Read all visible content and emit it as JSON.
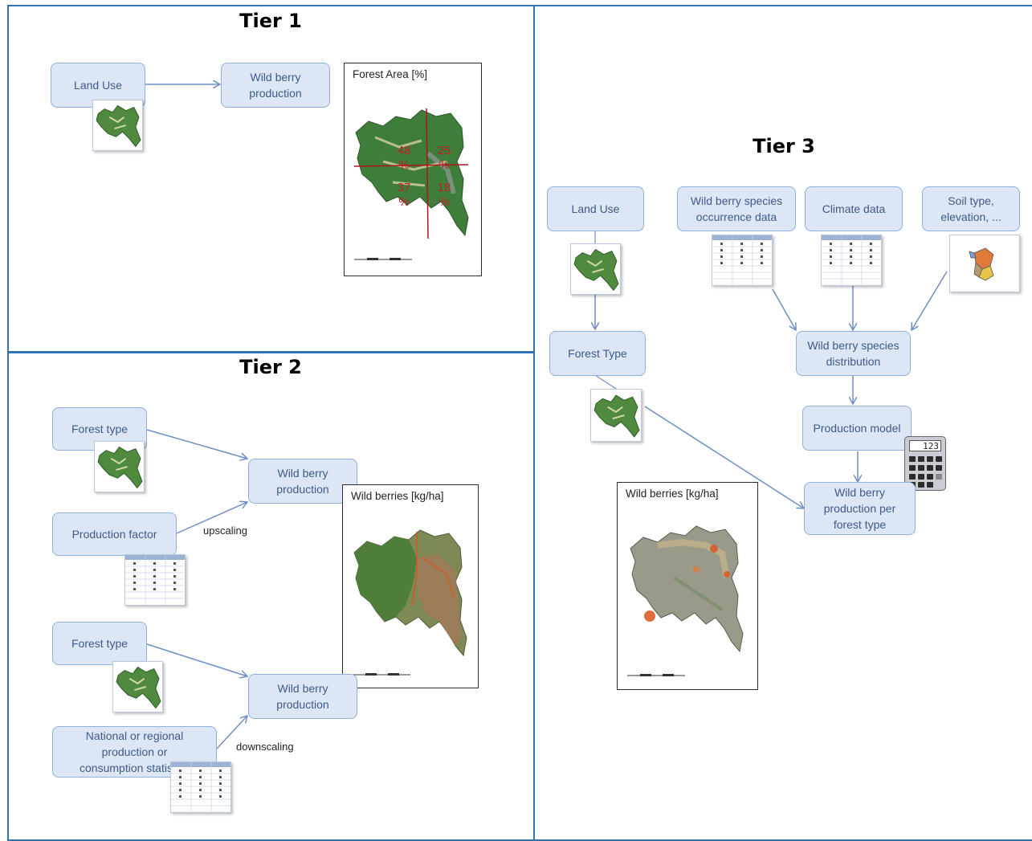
{
  "tier1": {
    "title": "Tier 1",
    "land_use": "Land Use",
    "wild_berry_production": "Wild berry production",
    "map_title": "Forest Area [%]",
    "quadrants": [
      "48 %",
      "25 %",
      "37 %",
      "18 %"
    ]
  },
  "tier2": {
    "title": "Tier 2",
    "forest_type_a": "Forest type",
    "production_factor": "Production factor",
    "upscaling": "upscaling",
    "wild_berry_production_a": "Wild berry production",
    "map_title": "Wild berries [kg/ha]",
    "forest_type_b": "Forest type",
    "national_stats": "National or regional production or consumption statistics",
    "downscaling": "downscaling",
    "wild_berry_production_b": "Wild berry production"
  },
  "tier3": {
    "title": "Tier 3",
    "land_use": "Land Use",
    "species_occurrence": "Wild berry species occurrence data",
    "climate_data": "Climate data",
    "soil_type": "Soil type, elevation, ...",
    "forest_type": "Forest Type",
    "species_distribution": "Wild berry species distribution",
    "production_model": "Production model",
    "calculator_display": "123",
    "production_per_forest_type": "Wild berry production per forest type",
    "map_title": "Wild berries [kg/ha]"
  },
  "colors": {
    "frame": "#2e74b5",
    "box_fill": "#dce6f4",
    "box_border": "#8fb0dc",
    "box_text": "#3d5a8a",
    "arrow": "#6f8fc4",
    "map_green": "#3f7d3a",
    "percent_red": "#c0202a"
  }
}
